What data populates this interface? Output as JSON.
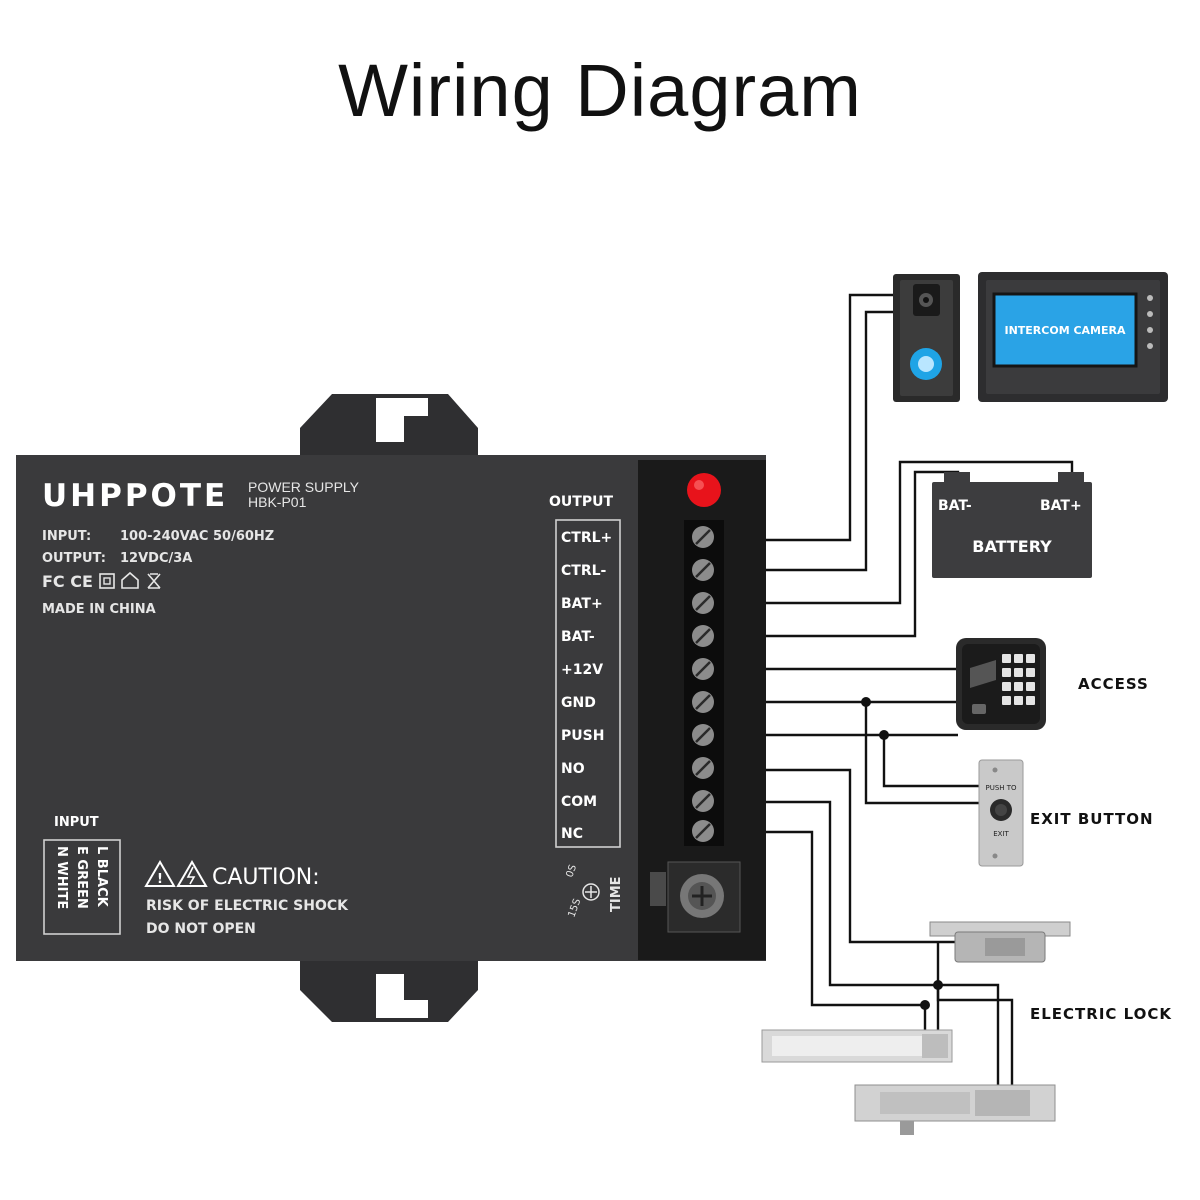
{
  "title": "Wiring Diagram",
  "device": {
    "brand": "UHPPOTE",
    "product_line1": "POWER SUPPLY",
    "product_line2": "HBK-P01",
    "input_spec_label": "INPUT:",
    "input_spec_value": "100-240VAC 50/60HZ",
    "output_spec_label": "OUTPUT:",
    "output_spec_value": "12VDC/3A",
    "certifications": "FC CE",
    "made_in": "MADE IN CHINA",
    "output_heading": "OUTPUT",
    "terminals": [
      "CTRL+",
      "CTRL-",
      "BAT+",
      "BAT-",
      "+12V",
      "GND",
      "PUSH",
      "NO",
      "COM",
      "NC"
    ],
    "input_heading": "INPUT",
    "input_wires": [
      "L BLACK",
      "E GREEN",
      "N WHITE"
    ],
    "caution_title": "CAUTION:",
    "caution_line1": "RISK OF ELECTRIC SHOCK",
    "caution_line2": "DO NOT OPEN",
    "timer_label": "TIME",
    "timer_min": "15S",
    "timer_max": "0S"
  },
  "peripherals": {
    "intercom_screen": "INTERCOM CAMERA",
    "battery_neg": "BAT-",
    "battery_pos": "BAT+",
    "battery_label": "BATTERY",
    "access_label": "ACCESS",
    "exit_button_label": "EXIT BUTTON",
    "exit_plate_text1": "PUSH TO",
    "exit_plate_text2": "EXIT",
    "electric_lock_label": "ELECTRIC LOCK"
  },
  "colors": {
    "device_body": "#3a3a3c",
    "terminal_strip": "#1a1a1a",
    "led": "#e8131b",
    "intercom_screen": "#2aa3e6",
    "battery": "#3d3d3f",
    "wire": "#111111"
  }
}
